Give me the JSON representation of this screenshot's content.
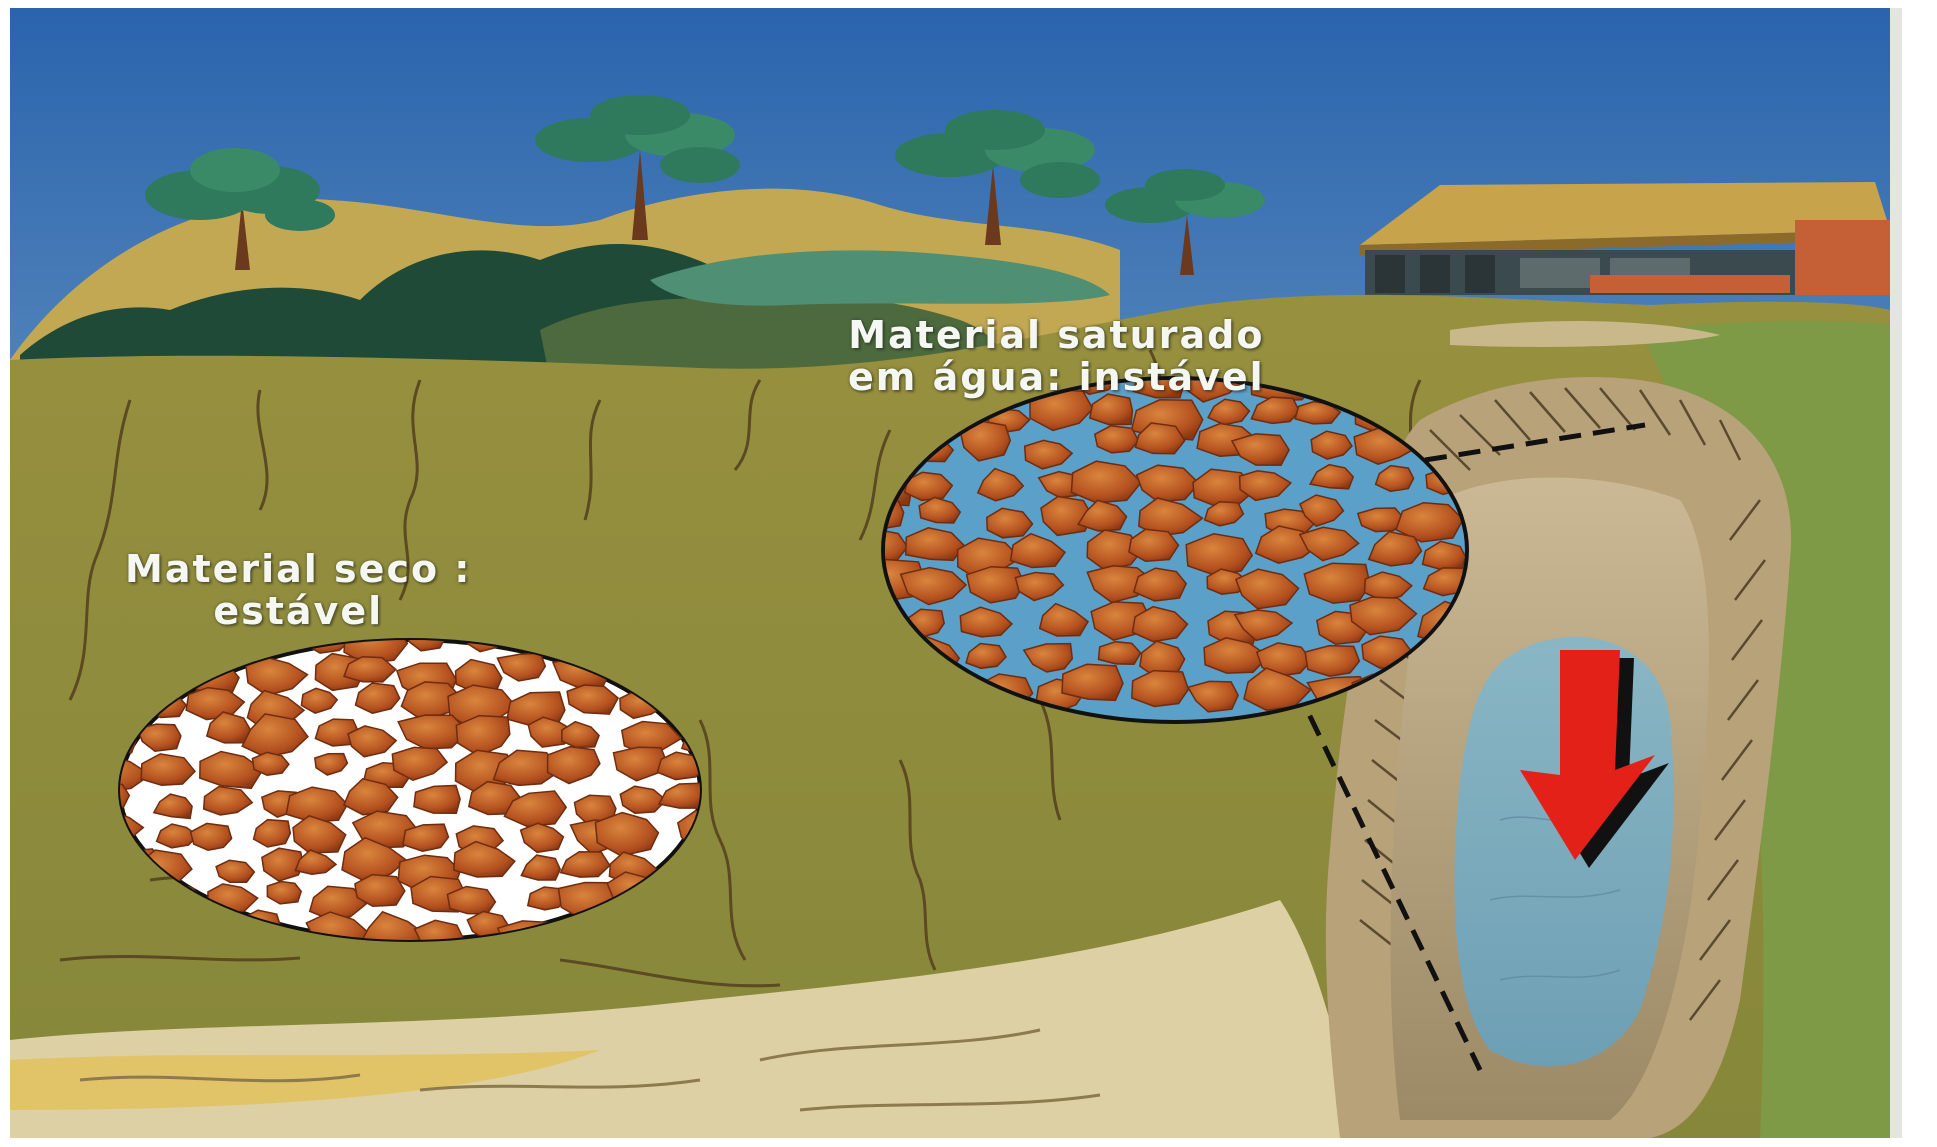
{
  "labels": {
    "dry_line1": "Material seco :",
    "dry_line2": "estável",
    "saturated_line1": "Material saturado",
    "saturated_line2": "em água: instável"
  },
  "icons": {
    "movement_arrow": "red-down-arrow-icon",
    "house": "house-icon",
    "tree": "tree-icon"
  },
  "colors": {
    "sky_top": "#2f6fb5",
    "sky_bottom": "#a9c4d8",
    "soil": "#8d8f3e",
    "hill": "#b8a44f",
    "grain": "#b85a24",
    "water": "#5aa0c8",
    "arrow": "#e32119"
  }
}
